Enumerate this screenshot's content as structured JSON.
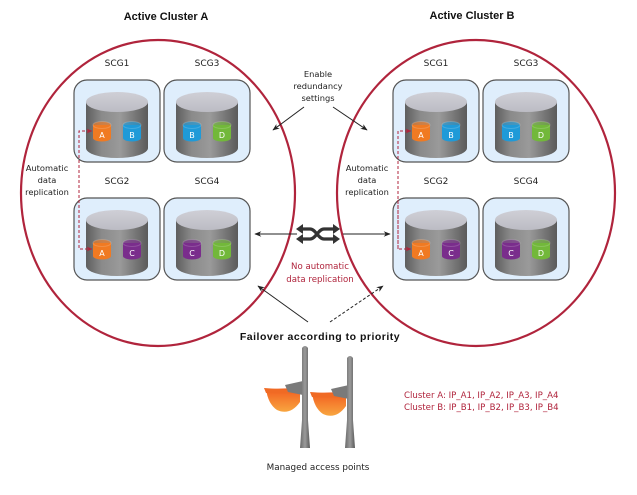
{
  "clusters": [
    {
      "title": "Active Cluster A",
      "replication_label": [
        "Automatic",
        "data",
        "replication"
      ],
      "groups": [
        {
          "name": "SCG1",
          "disks": [
            {
              "label": "A",
              "color": "orange"
            },
            {
              "label": "B",
              "color": "blue"
            }
          ]
        },
        {
          "name": "SCG3",
          "disks": [
            {
              "label": "B",
              "color": "blue"
            },
            {
              "label": "D",
              "color": "green"
            }
          ]
        },
        {
          "name": "SCG2",
          "disks": [
            {
              "label": "A",
              "color": "orange"
            },
            {
              "label": "C",
              "color": "purple"
            }
          ]
        },
        {
          "name": "SCG4",
          "disks": [
            {
              "label": "C",
              "color": "purple"
            },
            {
              "label": "D",
              "color": "green"
            }
          ]
        }
      ]
    },
    {
      "title": "Active Cluster B",
      "replication_label": [
        "Automatic",
        "data",
        "replication"
      ],
      "groups": [
        {
          "name": "SCG1",
          "disks": [
            {
              "label": "A",
              "color": "orange"
            },
            {
              "label": "B",
              "color": "blue"
            }
          ]
        },
        {
          "name": "SCG3",
          "disks": [
            {
              "label": "B",
              "color": "blue"
            },
            {
              "label": "D",
              "color": "green"
            }
          ]
        },
        {
          "name": "SCG2",
          "disks": [
            {
              "label": "A",
              "color": "orange"
            },
            {
              "label": "C",
              "color": "purple"
            }
          ]
        },
        {
          "name": "SCG4",
          "disks": [
            {
              "label": "C",
              "color": "purple"
            },
            {
              "label": "D",
              "color": "green"
            }
          ]
        }
      ]
    }
  ],
  "redundancy_label": [
    "Enable",
    "redundancy",
    "settings"
  ],
  "no_replication_label": [
    "No automatic",
    "data replication"
  ],
  "failover_label": "Failover according to priority",
  "access_points_label": "Managed access points",
  "ip_lists": [
    "Cluster A: IP_A1, IP_A2, IP_A3, IP_A4",
    "Cluster B: IP_B1, IP_B2, IP_B3, IP_B4"
  ],
  "icons": {
    "swap": "shuffle-icon",
    "access_point": "access-point-icon",
    "storage": "database-cylinder-icon"
  },
  "colors": {
    "cluster_ring": "#b0243c",
    "box_fill": "#dfeefc",
    "orange": "#f07a22",
    "blue": "#1f9ad8",
    "green": "#72b83a",
    "purple": "#7a2d8c",
    "red_text": "#b0243c"
  }
}
